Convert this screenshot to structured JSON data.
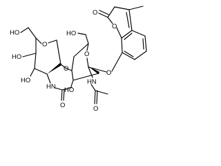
{
  "structure": {
    "atoms": {
      "coumarin_carbonyl_o": "O",
      "coumarin_ring_o": "O",
      "glycosidic_o_aglycone": "O",
      "glycosidic_o_interglycosidic": "O",
      "ring_o_inner_sugar": "O",
      "ring_o_outer_sugar": "O",
      "hydroxymethyl_inner": "HO",
      "hydroxymethyl_outer": "HO",
      "hydroxyl_inner_c3": "HO",
      "hydroxyl_outer_c4": "HO",
      "hydroxyl_outer_c3": "HO",
      "amide_nh_inner": "HN",
      "amide_nh_outer": "HN",
      "acetyl_o_inner": "O",
      "acetyl_o_outer": "O"
    }
  }
}
